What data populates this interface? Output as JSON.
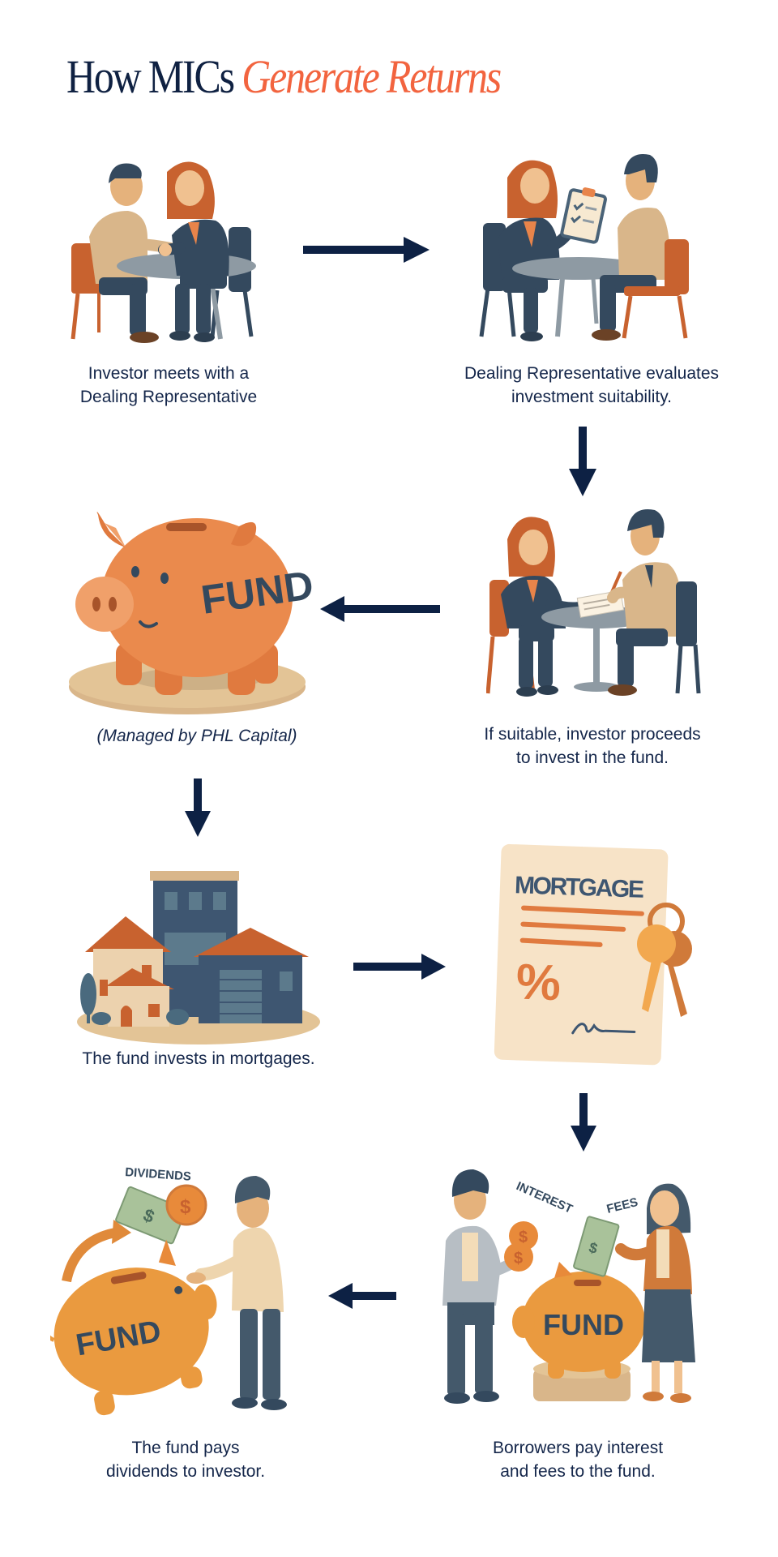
{
  "title": {
    "part1": "How MICs",
    "part2": "Generate Returns",
    "colors": {
      "part1": "#0f2142",
      "part2": "#f2643f"
    }
  },
  "colors": {
    "arrow": "#0d2144",
    "caption_text": "#14264a",
    "orange": "#e8844a",
    "rust": "#c8622f",
    "navy_suit": "#34495e",
    "tan": "#d9b68a",
    "table": "#8e9aa3",
    "paper": "#f7e3c7"
  },
  "steps": [
    {
      "id": 1,
      "illustration": "investor-meeting-handshake-icon",
      "caption_lines": [
        "Investor meets with a",
        "Dealing Representative"
      ]
    },
    {
      "id": 2,
      "illustration": "representative-clipboard-evaluation-icon",
      "caption_lines": [
        "Dealing Representative evaluates",
        "investment suitability."
      ]
    },
    {
      "id": 3,
      "illustration": "signing-documents-icon",
      "caption_lines": [
        "If suitable, investor proceeds",
        "to invest in the fund."
      ]
    },
    {
      "id": 4,
      "illustration": "piggy-bank-fund-icon",
      "label": "FUND",
      "caption_lines": [
        "(Managed by PHL Capital)"
      ]
    },
    {
      "id": 5,
      "illustration": "houses-buildings-icon",
      "caption_lines": [
        "The fund invests in mortgages."
      ]
    },
    {
      "id": 6,
      "illustration": "mortgage-document-keys-icon",
      "doc_title": "MORTGAGE",
      "doc_symbol": "%"
    },
    {
      "id": 7,
      "illustration": "borrowers-pay-piggy-icon",
      "labels": [
        "INTEREST",
        "FEES"
      ],
      "piggy_label": "FUND",
      "caption_lines": [
        "Borrowers pay interest",
        "and fees to the fund."
      ]
    },
    {
      "id": 8,
      "illustration": "fund-pays-dividends-icon",
      "labels": [
        "DIVIDENDS"
      ],
      "piggy_label": "FUND",
      "caption_lines": [
        "The fund pays",
        "dividends to investor."
      ]
    }
  ],
  "arrows": [
    {
      "from": 1,
      "to": 2,
      "direction": "right"
    },
    {
      "from": 2,
      "to": 3,
      "direction": "down"
    },
    {
      "from": 3,
      "to": 4,
      "direction": "left"
    },
    {
      "from": 4,
      "to": 5,
      "direction": "down"
    },
    {
      "from": 5,
      "to": 6,
      "direction": "right"
    },
    {
      "from": 6,
      "to": 7,
      "direction": "down"
    },
    {
      "from": 7,
      "to": 8,
      "direction": "left"
    }
  ]
}
